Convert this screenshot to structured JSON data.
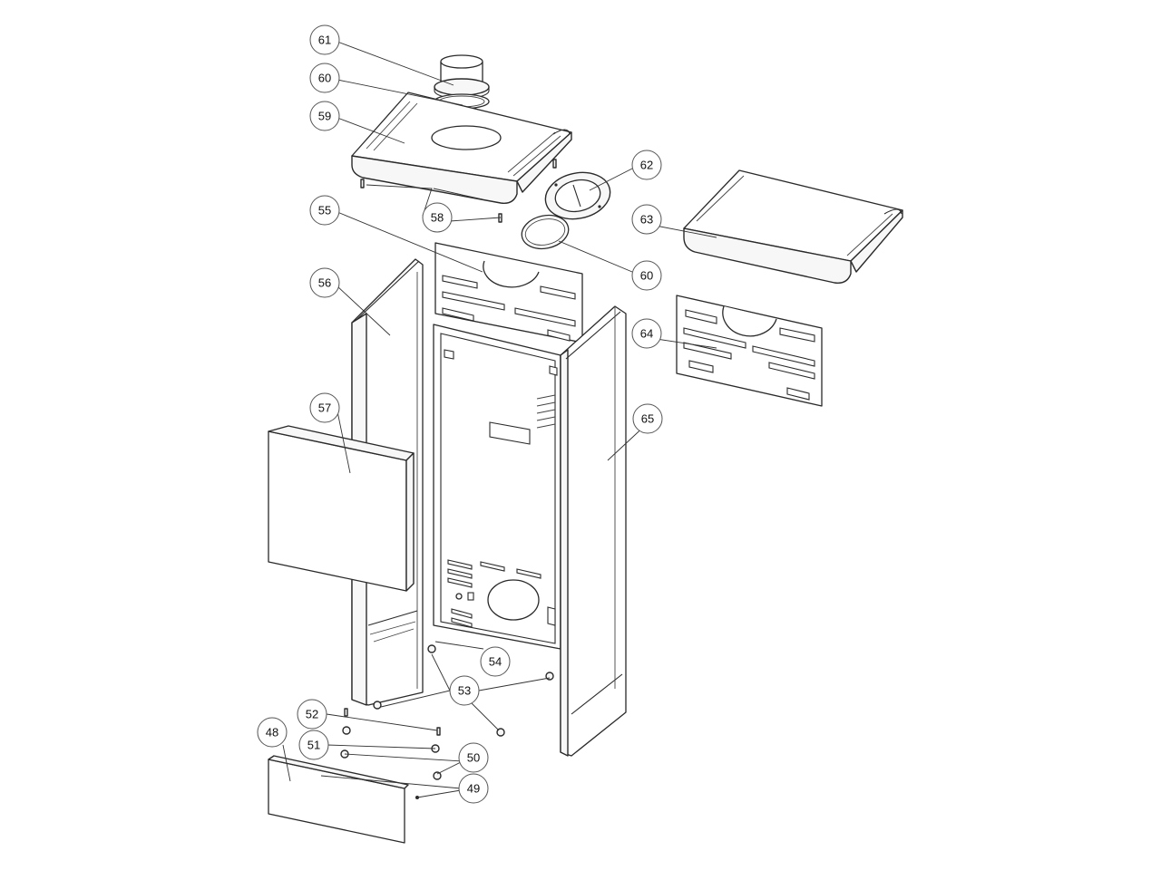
{
  "callouts": [
    {
      "id": "61",
      "label": "61"
    },
    {
      "id": "60a",
      "label": "60"
    },
    {
      "id": "59",
      "label": "59"
    },
    {
      "id": "62",
      "label": "62"
    },
    {
      "id": "63",
      "label": "63"
    },
    {
      "id": "55",
      "label": "55"
    },
    {
      "id": "58",
      "label": "58"
    },
    {
      "id": "60b",
      "label": "60"
    },
    {
      "id": "56",
      "label": "56"
    },
    {
      "id": "64",
      "label": "64"
    },
    {
      "id": "57",
      "label": "57"
    },
    {
      "id": "65",
      "label": "65"
    },
    {
      "id": "54",
      "label": "54"
    },
    {
      "id": "53",
      "label": "53"
    },
    {
      "id": "52",
      "label": "52"
    },
    {
      "id": "48",
      "label": "48"
    },
    {
      "id": "51",
      "label": "51"
    },
    {
      "id": "50",
      "label": "50"
    },
    {
      "id": "49",
      "label": "49"
    }
  ]
}
